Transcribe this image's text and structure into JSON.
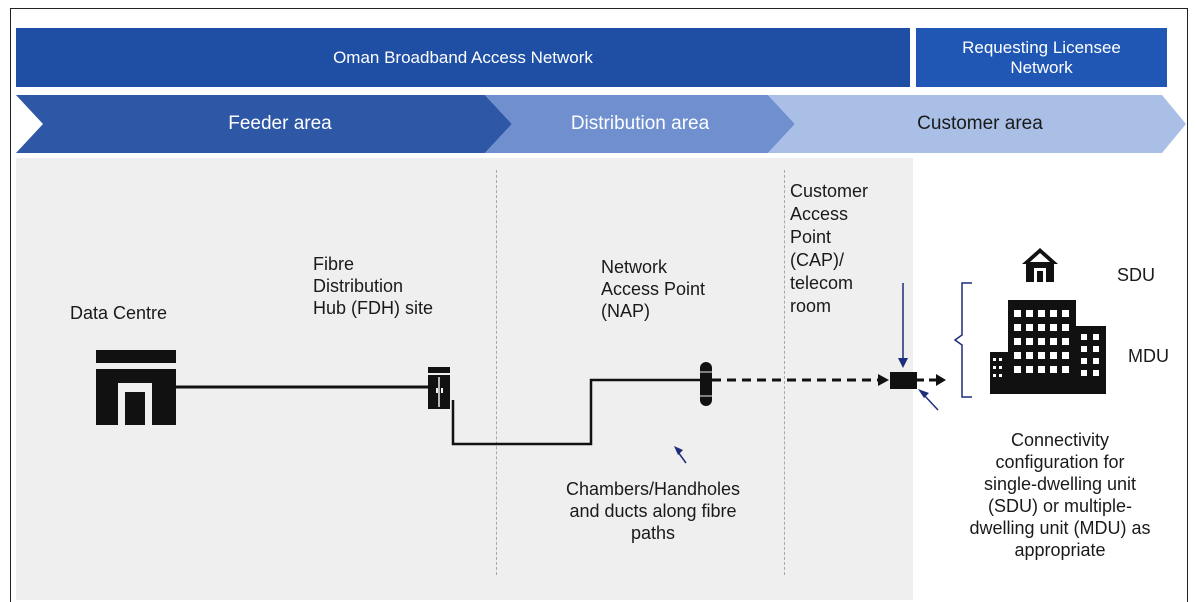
{
  "header": {
    "main_title": "Oman Broadband Access Network",
    "licensee_title": "Requesting Licensee Network"
  },
  "areas": {
    "feeder": "Feeder area",
    "distribution": "Distribution area",
    "customer": "Customer area"
  },
  "nodes": {
    "data_centre": "Data Centre",
    "fdh": [
      "Fibre",
      "Distribution",
      "Hub (FDH) site"
    ],
    "nap": [
      "Network",
      "Access Point",
      "(NAP)"
    ],
    "cap": [
      "Customer",
      "Access",
      "Point",
      "(CAP)/",
      "telecom",
      "room"
    ]
  },
  "annotations": {
    "chambers": [
      "Chambers/Handholes",
      "and ducts along fibre",
      "paths"
    ],
    "connectivity": [
      "Connectivity",
      "configuration for",
      "single-dwelling unit",
      "(SDU) or multiple-",
      "dwelling unit (MDU) as",
      "appropriate"
    ]
  },
  "dwellings": {
    "sdu": "SDU",
    "mdu": "MDU"
  },
  "colors": {
    "banner_blue": "#1f4fa5",
    "feeder_arrow": "#2e58a6",
    "distribution_arrow": "#6f8fcf",
    "customer_arrow": "#a9bfe6",
    "annotation_arrow": "#1e2d7a"
  }
}
